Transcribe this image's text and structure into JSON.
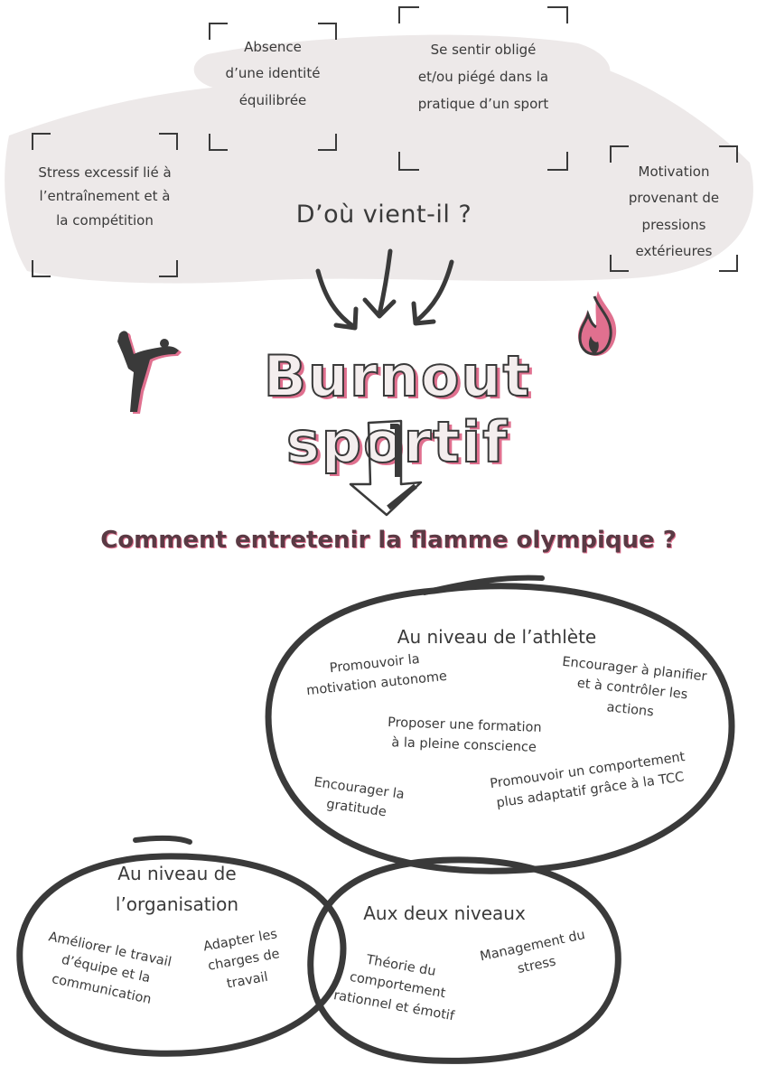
{
  "causes": {
    "absence": "Absence d’une identité équilibrée",
    "oblige": "Se sentir obligé et/ou piégé dans la pratique d’un sport",
    "stress": "Stress excessif lié à l’entraînement et à la compétition",
    "motivation": "Motivation provenant de pressions extérieures"
  },
  "center_question": "D’où vient-il ?",
  "main_title": "Burnout sportif",
  "question": "Comment entretenir la flamme olympique ?",
  "athlete": {
    "title": "Au niveau de l’athlète",
    "items": [
      "Promouvoir la motivation autonome",
      "Encourager à planifier et à contrôler les actions",
      "Proposer une formation à la pleine conscience",
      "Encourager la gratitude",
      "Promouvoir un comportement plus adaptatif grâce à la TCC"
    ]
  },
  "organisation": {
    "title": "Au niveau de l’organisation",
    "items": [
      "Améliorer le travail d’équipe et la communication",
      "Adapter les charges de travail"
    ]
  },
  "both": {
    "title": "Aux deux niveaux",
    "items": [
      "Théorie du comportement rationnel et émotif",
      "Management du stress"
    ]
  },
  "colors": {
    "ink": "#3a3a3a",
    "accent": "#e0708f",
    "smudge": "#ede9e9"
  },
  "icons": [
    "dancer-silhouette-icon",
    "flame-icon",
    "down-arrow-icon"
  ]
}
